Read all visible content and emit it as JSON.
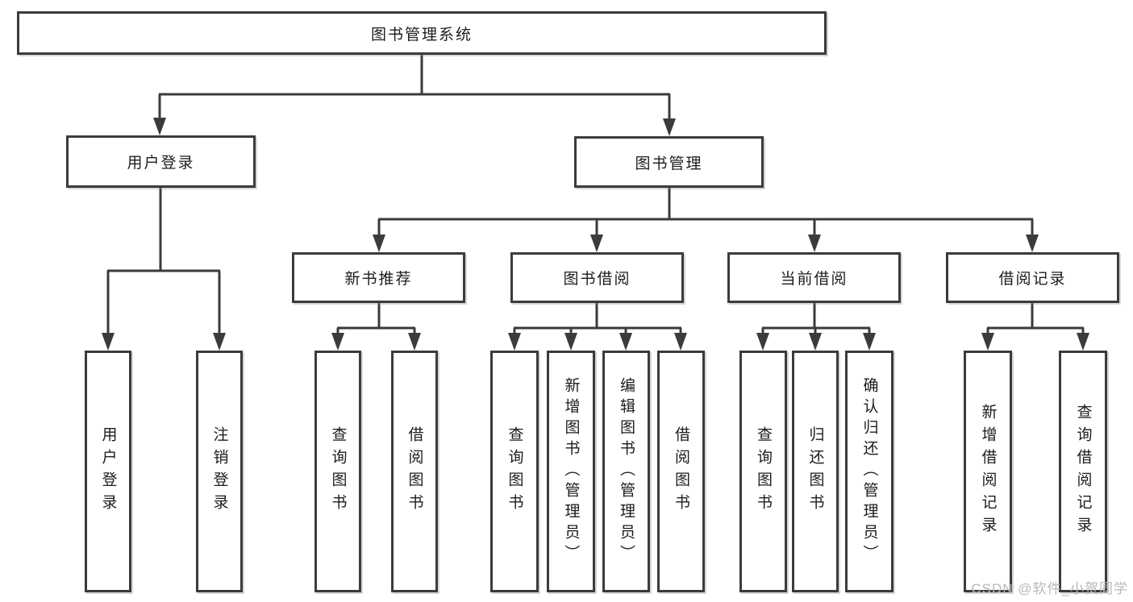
{
  "diagram": {
    "type": "function-tree",
    "colors": {
      "line": "#3b3b3b",
      "text": "#1c1c1c",
      "box_fill": "#ffffff",
      "watermark": "#b8b8b8"
    },
    "tree": {
      "root": {
        "label": "图书管理系统"
      },
      "branches": [
        {
          "label": "用户登录",
          "children": [
            {
              "label": "用户登录"
            },
            {
              "label": "注销登录"
            }
          ]
        },
        {
          "label": "图书管理",
          "groups": [
            {
              "label": "新书推荐",
              "children": [
                {
                  "label": "查询图书"
                },
                {
                  "label": "借阅图书"
                }
              ]
            },
            {
              "label": "图书借阅",
              "children": [
                {
                  "label": "查询图书"
                },
                {
                  "label": "新增图书（管理员）"
                },
                {
                  "label": "编辑图书（管理员）"
                },
                {
                  "label": "借阅图书"
                }
              ]
            },
            {
              "label": "当前借阅",
              "children": [
                {
                  "label": "查询图书"
                },
                {
                  "label": "归还图书"
                },
                {
                  "label": "确认归还（管理员）"
                }
              ]
            },
            {
              "label": "借阅记录",
              "children": [
                {
                  "label": "新增借阅记录"
                },
                {
                  "label": "查询借阅记录"
                }
              ]
            }
          ]
        }
      ]
    },
    "watermark": {
      "text": "CSDN @软件_小贺同学"
    }
  }
}
